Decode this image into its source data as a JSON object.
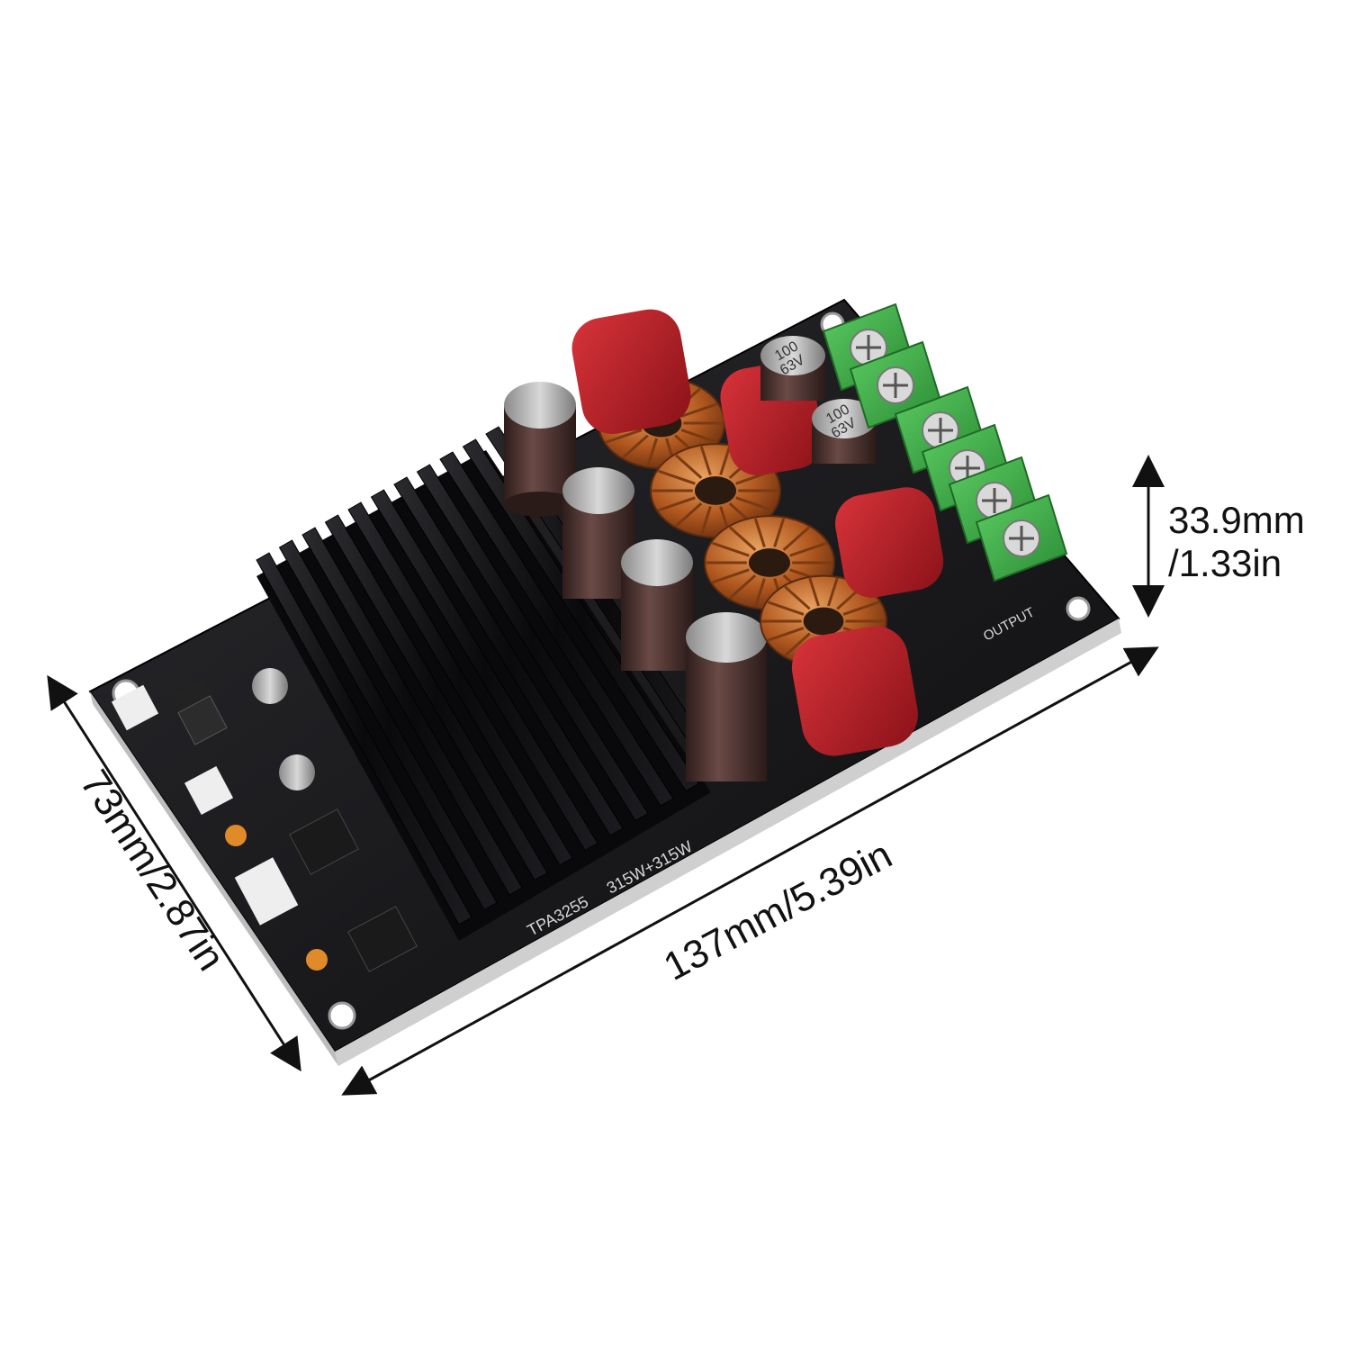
{
  "product": {
    "chip_label": "TPA3255",
    "power_label": "315W+315W",
    "output_label": "OUTPUT",
    "cap_marking_top_line": "100",
    "cap_marking_bottom_line": "63V"
  },
  "dimensions": {
    "length": "137mm/5.39in",
    "width": "73mm/2.87in",
    "height_line1": "33.9mm",
    "height_line2": "/1.33in"
  },
  "colors": {
    "pcb": "#17171a",
    "heatsink": "#0e0e10",
    "terminal": "#3fb24a",
    "film_cap": "#b81d24",
    "copper": "#c46a2e",
    "electrolytic": "#4a2f2c"
  }
}
